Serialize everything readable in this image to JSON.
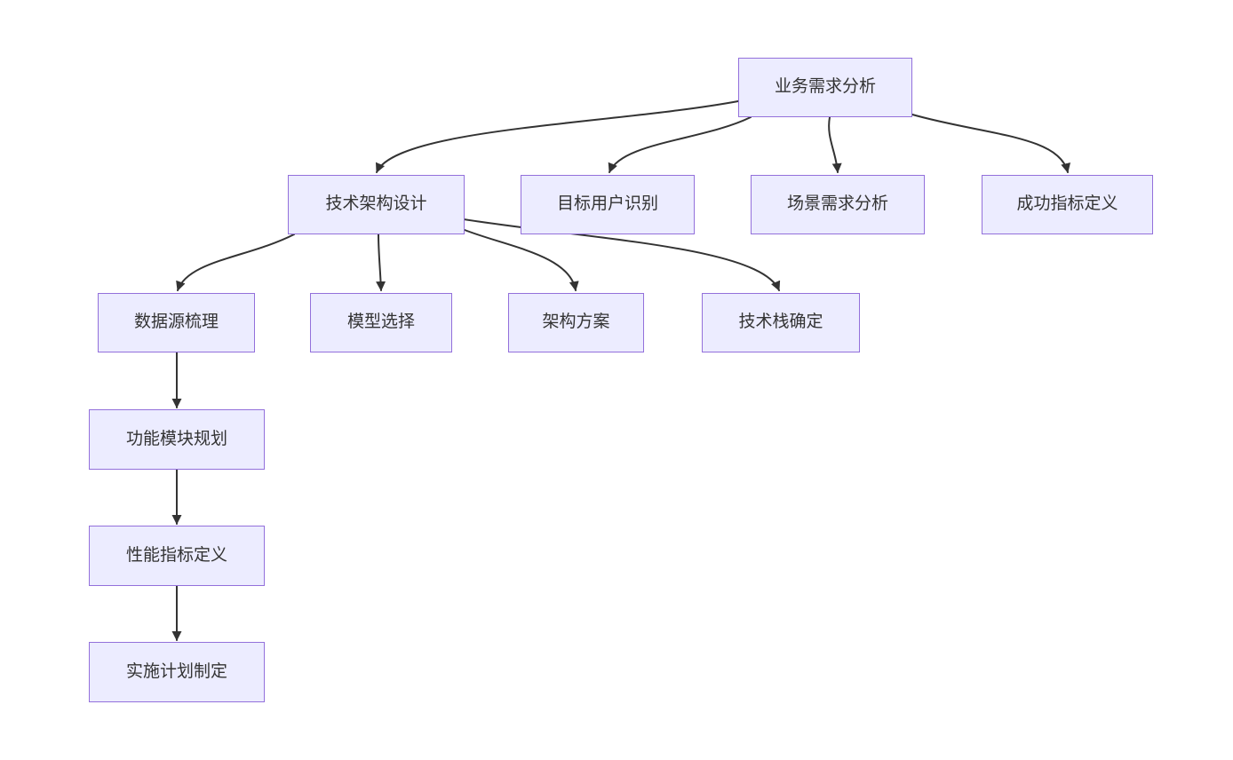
{
  "diagram": {
    "type": "flowchart",
    "direction": "top-down",
    "nodes": [
      {
        "id": "business-requirements",
        "label": "业务需求分析"
      },
      {
        "id": "tech-architecture",
        "label": "技术架构设计"
      },
      {
        "id": "target-users",
        "label": "目标用户识别"
      },
      {
        "id": "scenario-requirements",
        "label": "场景需求分析"
      },
      {
        "id": "success-metrics",
        "label": "成功指标定义"
      },
      {
        "id": "data-sources",
        "label": "数据源梳理"
      },
      {
        "id": "model-selection",
        "label": "模型选择"
      },
      {
        "id": "architecture-plan",
        "label": "架构方案"
      },
      {
        "id": "tech-stack",
        "label": "技术栈确定"
      },
      {
        "id": "function-modules",
        "label": "功能模块规划"
      },
      {
        "id": "performance-metrics",
        "label": "性能指标定义"
      },
      {
        "id": "implementation-plan",
        "label": "实施计划制定"
      }
    ],
    "edges": [
      {
        "from": "业务需求分析",
        "to": "技术架构设计"
      },
      {
        "from": "业务需求分析",
        "to": "目标用户识别"
      },
      {
        "from": "业务需求分析",
        "to": "场景需求分析"
      },
      {
        "from": "业务需求分析",
        "to": "成功指标定义"
      },
      {
        "from": "技术架构设计",
        "to": "数据源梳理"
      },
      {
        "from": "技术架构设计",
        "to": "模型选择"
      },
      {
        "from": "技术架构设计",
        "to": "架构方案"
      },
      {
        "from": "技术架构设计",
        "to": "技术栈确定"
      },
      {
        "from": "数据源梳理",
        "to": "功能模块规划"
      },
      {
        "from": "功能模块规划",
        "to": "性能指标定义"
      },
      {
        "from": "性能指标定义",
        "to": "实施计划制定"
      }
    ],
    "colors": {
      "node_fill": "#ECECFF",
      "node_border": "#9370DB",
      "edge_stroke": "#333333",
      "text": "#333333",
      "background": "#FFFFFF"
    }
  }
}
